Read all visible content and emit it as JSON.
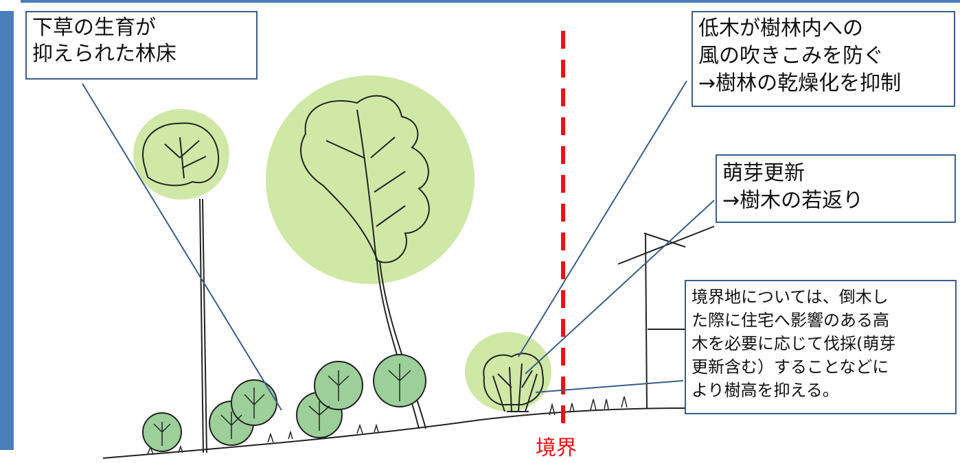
{
  "callouts": {
    "forest_floor": "下草の生育が\n抑えられた林床",
    "low_trees": "低木が樹林内への\n風の吹きこみを防ぐ\n→樹林の乾燥化を抑制",
    "coppice": "萌芽更新\n→樹木の若返り",
    "boundary_note": "境界地については、倒木し\nた際に住宅へ影響のある高\n木を必要に応じて伐採(萌芽\n更新含む）することなどに\nより樹高を抑える。"
  },
  "boundary_label": "境界",
  "colors": {
    "accent_blue": "#4a7ebb",
    "box_border": "#385d8a",
    "canopy_light": "#cfe8a6",
    "shrub_green": "#9ccf9a",
    "boundary_red": "#ee1111"
  }
}
